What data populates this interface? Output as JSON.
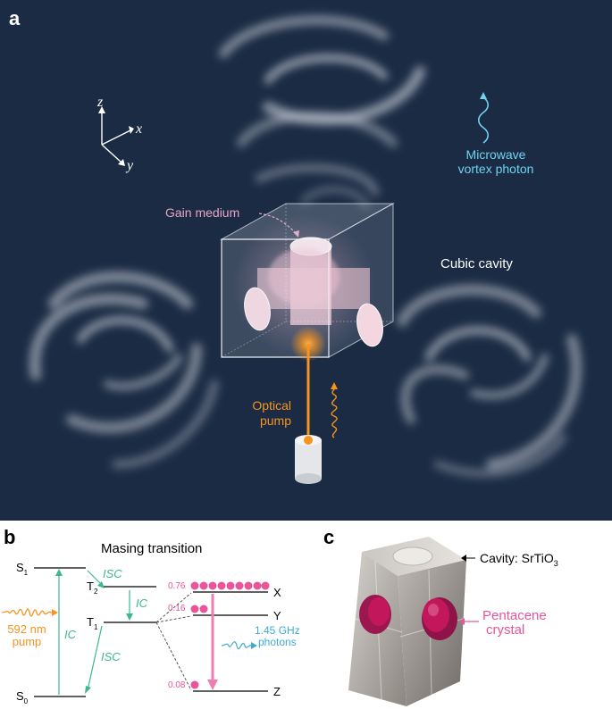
{
  "panel_a": {
    "letter": "a",
    "axes": {
      "z": "z",
      "x": "x",
      "y": "y"
    },
    "vortex_label_line1": "Microwave",
    "vortex_label_line2": "vortex photon",
    "gain_medium_label": "Gain medium",
    "cavity_label": "Cubic cavity",
    "pump_label_line1": "Optical",
    "pump_label_line2": "pump"
  },
  "panel_b": {
    "letter": "b",
    "title": "Masing transition",
    "levels": {
      "s1": "S",
      "s1_sub": "1",
      "t2": "T",
      "t2_sub": "2",
      "t1": "T",
      "t1_sub": "1",
      "s0": "S",
      "s0_sub": "0"
    },
    "transitions": {
      "isc_top": "ISC",
      "ic_mid": "IC",
      "ic_left": "IC",
      "isc_bottom": "ISC"
    },
    "pump_label_line1": "592 nm",
    "pump_label_line2": "pump",
    "populations": {
      "x": "0.76",
      "y": "0.16",
      "z": "0.08"
    },
    "sublevels": {
      "x": "X",
      "y": "Y",
      "z": "Z"
    },
    "photon_label_line1": "1.45 GHz",
    "photon_label_line2": "photons"
  },
  "panel_c": {
    "letter": "c",
    "cavity_label": "Cavity: SrTiO",
    "cavity_label_sub": "3",
    "crystal_label_line1": "Pentacene",
    "crystal_label_line2": "crystal"
  },
  "colors": {
    "background_a": "#1b2b44",
    "pink": "#e8559a",
    "orange": "#f7941d",
    "green": "#3db88c",
    "cyan": "#6fd3ee",
    "magenta": "#c2185b"
  }
}
